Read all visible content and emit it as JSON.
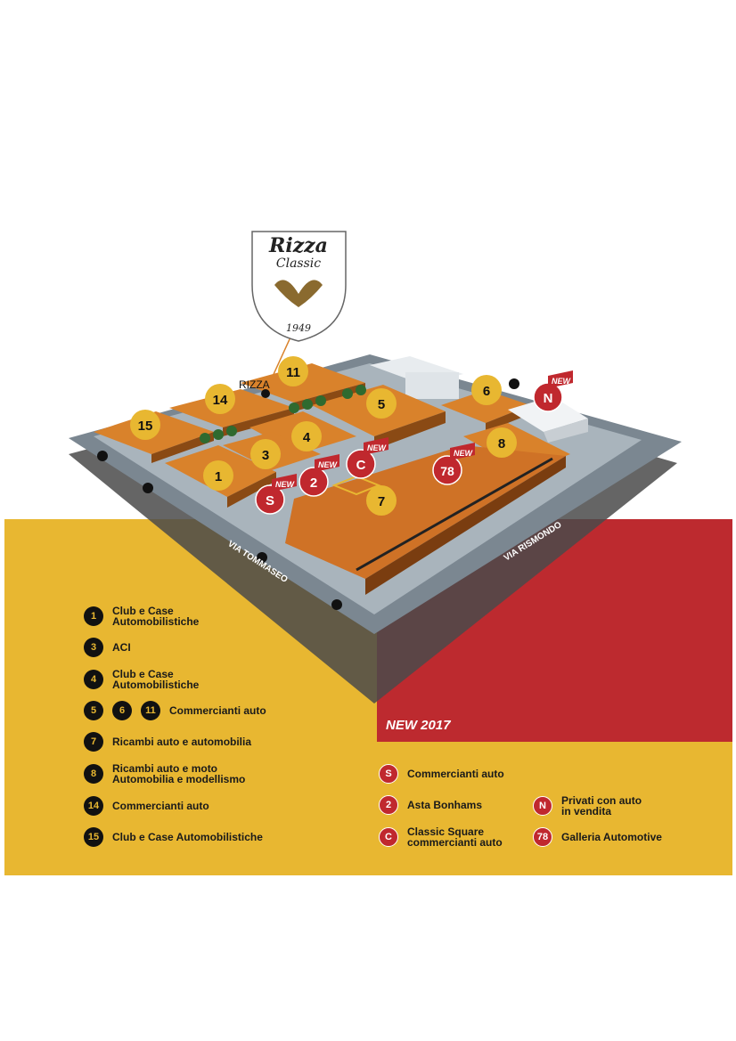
{
  "logo": {
    "line1": "Rizza",
    "line2": "Classic",
    "year": "1949"
  },
  "map": {
    "rizza_label": "RIZZA",
    "street_left": "VIA TOMMASEO",
    "street_right": "VIA RISMONDO",
    "new_tag": "NEW",
    "markers": {
      "m11": "11",
      "m14": "14",
      "m15": "15",
      "m5": "5",
      "m6": "6",
      "m4": "4",
      "m3": "3",
      "m1": "1",
      "m8": "8",
      "m7": "7",
      "mS": "S",
      "m2": "2",
      "mC": "C",
      "m78": "78",
      "mN": "N"
    }
  },
  "new2017": "NEW 2017",
  "legend_left": [
    {
      "badges": [
        "1"
      ],
      "text": [
        "Club e Case",
        "Automobilistiche"
      ]
    },
    {
      "badges": [
        "3"
      ],
      "text": [
        "ACI"
      ]
    },
    {
      "badges": [
        "4"
      ],
      "text": [
        "Club e Case",
        "Automobilistiche"
      ]
    },
    {
      "badges": [
        "5",
        "6",
        "11"
      ],
      "text": [
        "Commercianti auto"
      ]
    },
    {
      "badges": [
        "7"
      ],
      "text": [
        "Ricambi auto e automobilia"
      ]
    },
    {
      "badges": [
        "8"
      ],
      "text": [
        "Ricambi auto e moto",
        "Automobilia e modellismo"
      ]
    },
    {
      "badges": [
        "14"
      ],
      "text": [
        "Commercianti auto"
      ]
    },
    {
      "badges": [
        "15"
      ],
      "text": [
        "Club e Case Automobilistiche"
      ]
    }
  ],
  "legend_new": [
    {
      "badge": "S",
      "text": [
        "Commercianti auto"
      ]
    },
    {
      "badge": "2",
      "text": [
        "Asta Bonhams"
      ]
    },
    {
      "badge": "C",
      "text": [
        "Classic Square",
        "commercianti auto"
      ]
    },
    {
      "badge": "N",
      "text": [
        "Privati con auto",
        "in vendita"
      ]
    },
    {
      "badge": "78",
      "text": [
        "Galleria Automotive"
      ]
    }
  ],
  "colors": {
    "yellow": "#e8b731",
    "red": "#bd2a2f",
    "orange": "#d9822b",
    "marker": "#e8b731",
    "marker_new": "#c0282e"
  }
}
